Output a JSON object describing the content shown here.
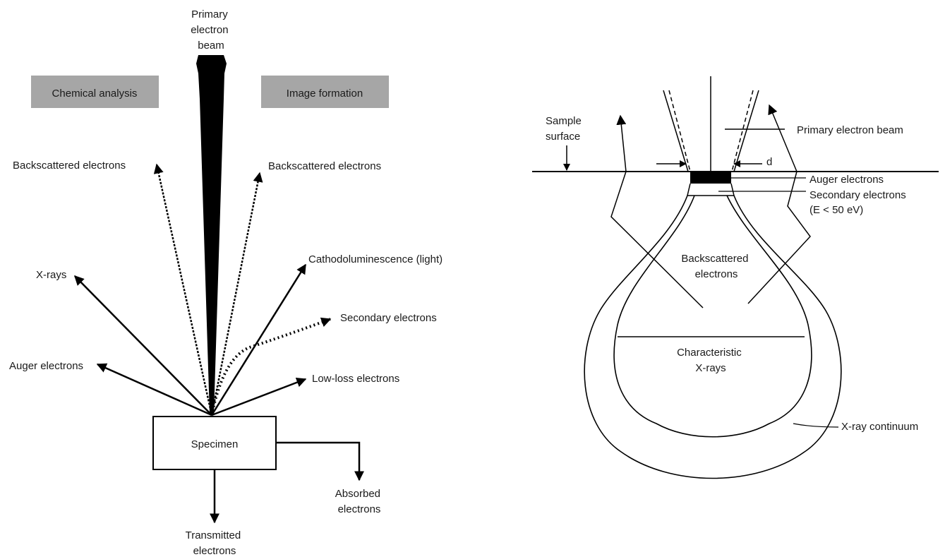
{
  "left": {
    "primary_beam_lines": [
      "Primary",
      "electron",
      "beam"
    ],
    "chemical_analysis": "Chemical analysis",
    "image_formation": "Image formation",
    "backscattered_left": "Backscattered electrons",
    "backscattered_right": "Backscattered electrons",
    "cathodoluminescence": "Cathodoluminescence (light)",
    "xrays": "X-rays",
    "secondary": "Secondary electrons",
    "auger": "Auger electrons",
    "lowloss": "Low-loss electrons",
    "specimen": "Specimen",
    "absorbed_lines": [
      "Absorbed",
      "electrons"
    ],
    "transmitted_lines": [
      "Transmitted",
      "electrons"
    ],
    "box_fill": "#a6a6a6"
  },
  "right": {
    "sample_surface_lines": [
      "Sample",
      "surface"
    ],
    "primary_beam": "Primary electron beam",
    "d": "d",
    "auger": "Auger electrons",
    "secondary_lines": [
      "Secondary electrons",
      "(E < 50 eV)"
    ],
    "backscattered_lines": [
      "Backscattered",
      "electrons"
    ],
    "characteristic_lines": [
      "Characteristic",
      "X-rays"
    ],
    "continuum": "X-ray continuum"
  }
}
